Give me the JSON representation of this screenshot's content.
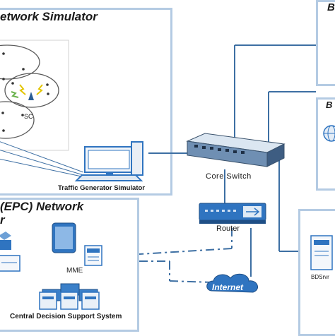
{
  "panels": {
    "ran_title": "etwork Simulator",
    "epc_title_line1": "(EPC) Network",
    "epc_title_line2": "r",
    "right_top_title": "B",
    "right_mid_title": "B"
  },
  "labels": {
    "small_cell": "SC",
    "traffic_generator": "Traffic Generator Simulator",
    "core_switch": "Core Switch",
    "router": "Router",
    "mme": "MME",
    "internet": "Internet",
    "central_decision": "Central Decision Support System",
    "bdsrvr": "BDSrvr"
  },
  "colors": {
    "panel_border": "#b4cbe3",
    "link_line": "#3d6fa3",
    "device_blue": "#2f74c0"
  }
}
